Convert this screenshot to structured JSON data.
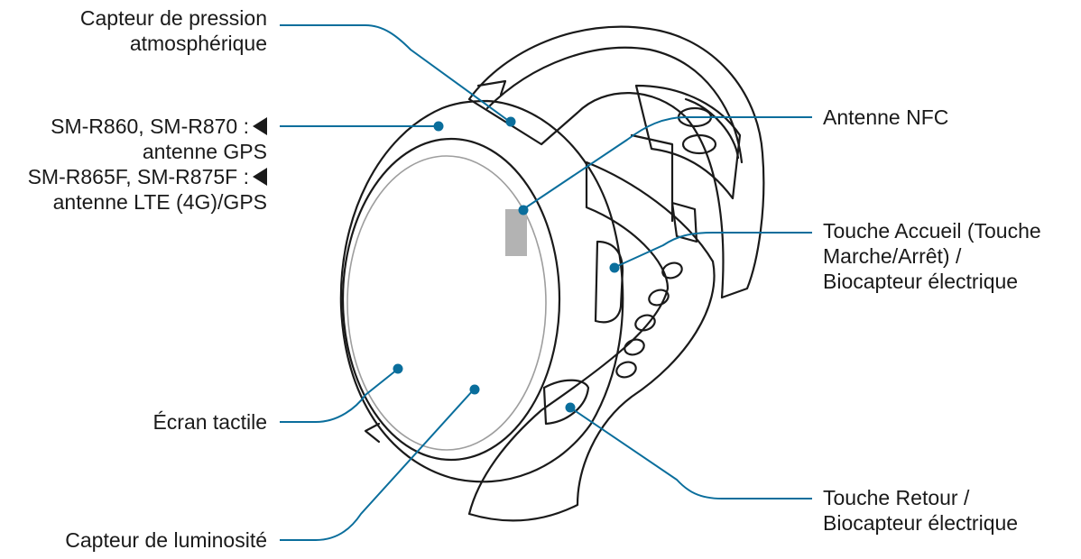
{
  "labels": {
    "pressure_sensor": {
      "line1": "Capteur de pression",
      "line2": "atmosphérique"
    },
    "gps_antenna": {
      "model_a": "SM-R860, SM-R870 :",
      "model_a_desc": "antenne GPS",
      "model_b": "SM-R865F, SM-R875F :",
      "model_b_desc": "antenne LTE (4G)/GPS"
    },
    "touch_screen": "Écran tactile",
    "light_sensor": "Capteur de luminosité",
    "nfc_antenna": "Antenne NFC",
    "home_key": {
      "line1": "Touche Accueil (Touche",
      "line2": "Marche/Arrêt) /",
      "line3": "Biocapteur électrique"
    },
    "back_key": {
      "line1": "Touche Retour /",
      "line2": "Biocapteur électrique"
    }
  },
  "colors": {
    "leader": "#0a6e9c",
    "outline": "#1a1a1a",
    "nfc_area": "#b3b3b3",
    "screen": "#9e9e9e"
  },
  "icons": [
    "pointer-triangle-icon"
  ]
}
